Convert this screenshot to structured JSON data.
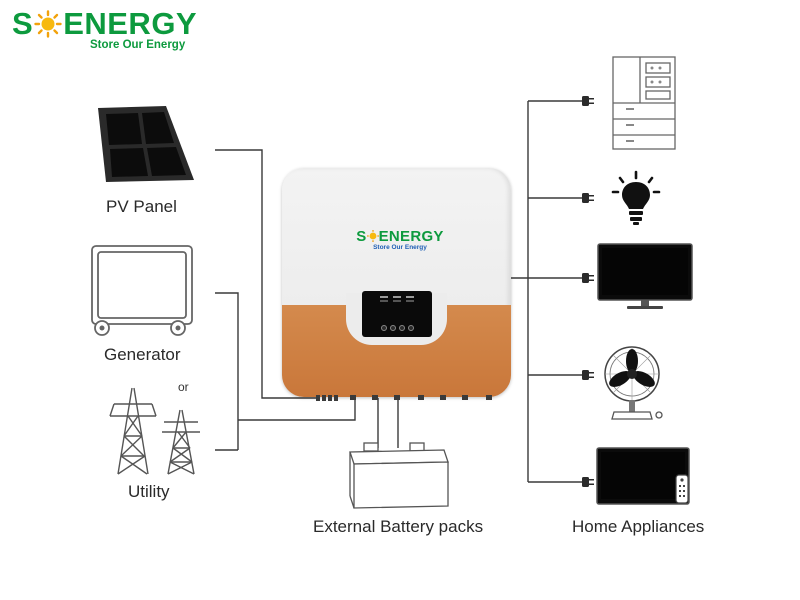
{
  "brand": {
    "name_left": "S",
    "name_right": "ENERGY",
    "tagline": "Store Our Energy",
    "color": "#0d9a3e",
    "tagline_color_device": "#1f5fb5"
  },
  "sources": {
    "pv": {
      "label": "PV Panel",
      "icon": "solar-panel-icon"
    },
    "generator": {
      "label": "Generator",
      "icon": "generator-icon"
    },
    "or_text": "or",
    "utility": {
      "label": "Utility",
      "icon": "power-tower-icon"
    }
  },
  "battery": {
    "label": "External Battery packs",
    "icon": "battery-icon"
  },
  "appliances": {
    "label": "Home Appliances",
    "items": [
      "refrigerator-icon",
      "light-bulb-icon",
      "monitor-icon",
      "fan-icon",
      "tv-icon"
    ]
  },
  "colors": {
    "inverter_orange": "#cd7e40",
    "inverter_white": "#eeeeee",
    "line": "#3a3a3a"
  }
}
